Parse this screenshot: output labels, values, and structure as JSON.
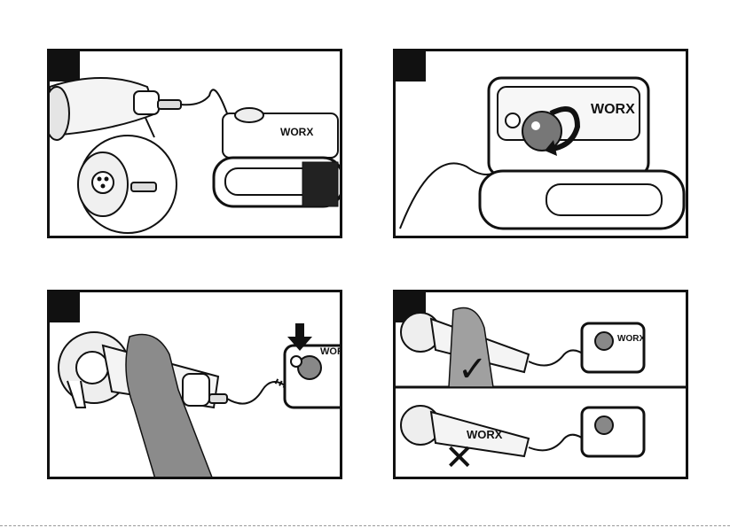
{
  "brand": {
    "logo_text": "WORX"
  },
  "panels": [
    {
      "id": "step-1",
      "description_icon": "connect-cable"
    },
    {
      "id": "step-2",
      "description_icon": "rotate-dial"
    },
    {
      "id": "step-3",
      "description_icon": "press-button"
    },
    {
      "id": "step-4",
      "description_icon": "correct-incorrect"
    }
  ],
  "marks": {
    "correct": "✓",
    "incorrect": "✕"
  }
}
